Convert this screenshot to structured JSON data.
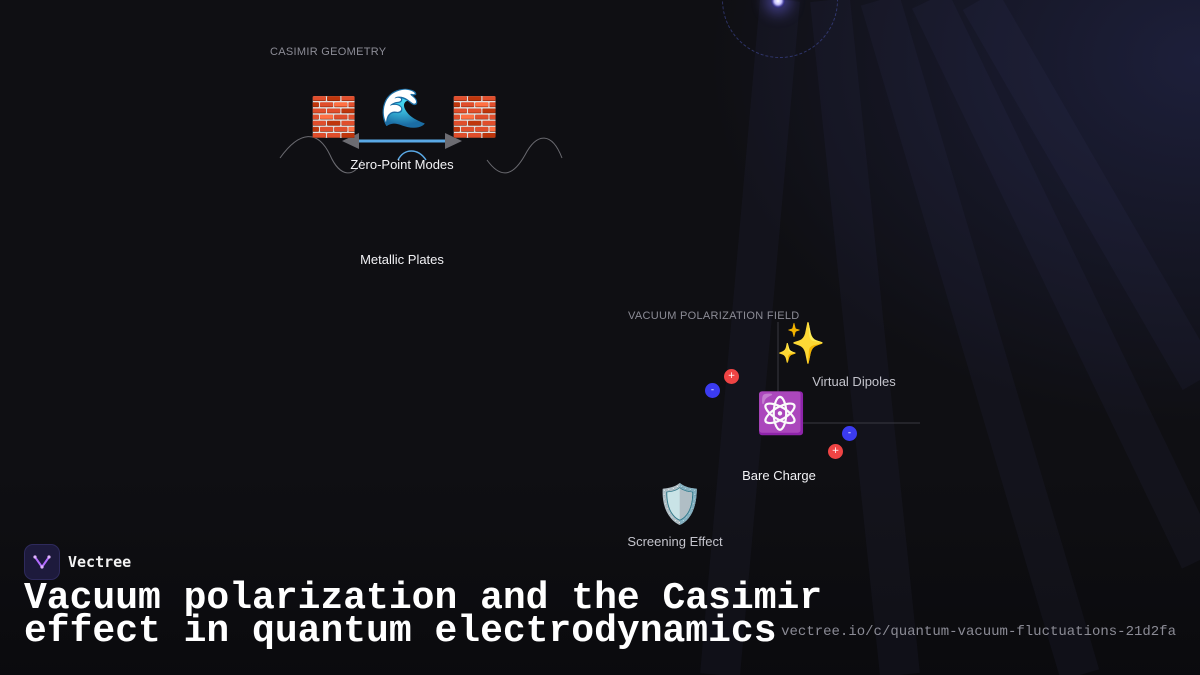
{
  "casimir": {
    "section_label": "CASIMIR GEOMETRY",
    "zero_point_label": "Zero-Point Modes",
    "plates_label": "Metallic Plates",
    "icons": {
      "left_plate": "brick-wall-icon",
      "wave": "ocean-wave-icon",
      "right_plate": "brick-wall-icon"
    },
    "glyphs": {
      "brick": "🧱",
      "wave": "🌊"
    }
  },
  "vacuum": {
    "section_label": "VACUUM POLARIZATION FIELD",
    "dipoles_label": "Virtual Dipoles",
    "bare_charge_label": "Bare Charge",
    "screening_label": "Screening Effect",
    "icons": {
      "sparkles": "sparkles-icon",
      "atom": "atom-icon",
      "shield": "shield-icon"
    },
    "glyphs": {
      "sparkles": "✨",
      "atom": "⚛️",
      "shield": "🛡️"
    },
    "charges": {
      "positive": "+",
      "negative": "-"
    }
  },
  "brand": {
    "name": "Vectree"
  },
  "headline": "Vacuum polarization and the Casimir effect in quantum electrodynamics",
  "url": "vectree.io/c/quantum-vacuum-fluctuations-21d2fa",
  "colors": {
    "background": "#0f0f13",
    "positive_charge": "#ef4444",
    "negative_charge": "#3b3bf0",
    "arrow": "#5aa9e6",
    "orb_glow": "#7b6cff"
  }
}
